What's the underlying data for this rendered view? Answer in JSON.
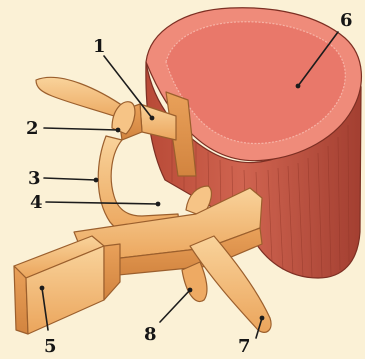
{
  "colors": {
    "background": "#fbf1d6",
    "bone_light": "#f7c98a",
    "bone_mid": "#eeaa63",
    "bone_dark": "#d88b45",
    "body_top": "#f08c7b",
    "body_top_inner": "#e87766",
    "body_side": "#c4523e",
    "body_side_dark": "#9f3d2f"
  },
  "labels": [
    {
      "id": "label-1",
      "text": "1"
    },
    {
      "id": "label-2",
      "text": "2"
    },
    {
      "id": "label-3",
      "text": "3"
    },
    {
      "id": "label-4",
      "text": "4"
    },
    {
      "id": "label-5",
      "text": "5"
    },
    {
      "id": "label-6",
      "text": "6"
    },
    {
      "id": "label-7",
      "text": "7"
    },
    {
      "id": "label-8",
      "text": "8"
    }
  ]
}
